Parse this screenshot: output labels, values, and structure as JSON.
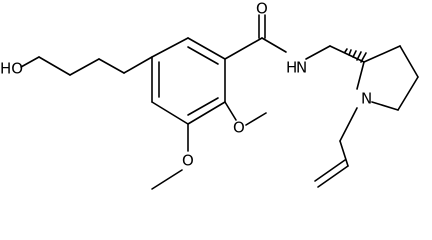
{
  "molecule": {
    "atom_labels": {
      "hydroxyl": "HO",
      "carbonyl_oxygen": "O",
      "amide_nitrogen": "N",
      "amide_hydrogen": "H",
      "pyrrolidine_nitrogen": "N",
      "methoxy_oxygen_2": "O",
      "methoxy_oxygen_3": "O"
    }
  }
}
